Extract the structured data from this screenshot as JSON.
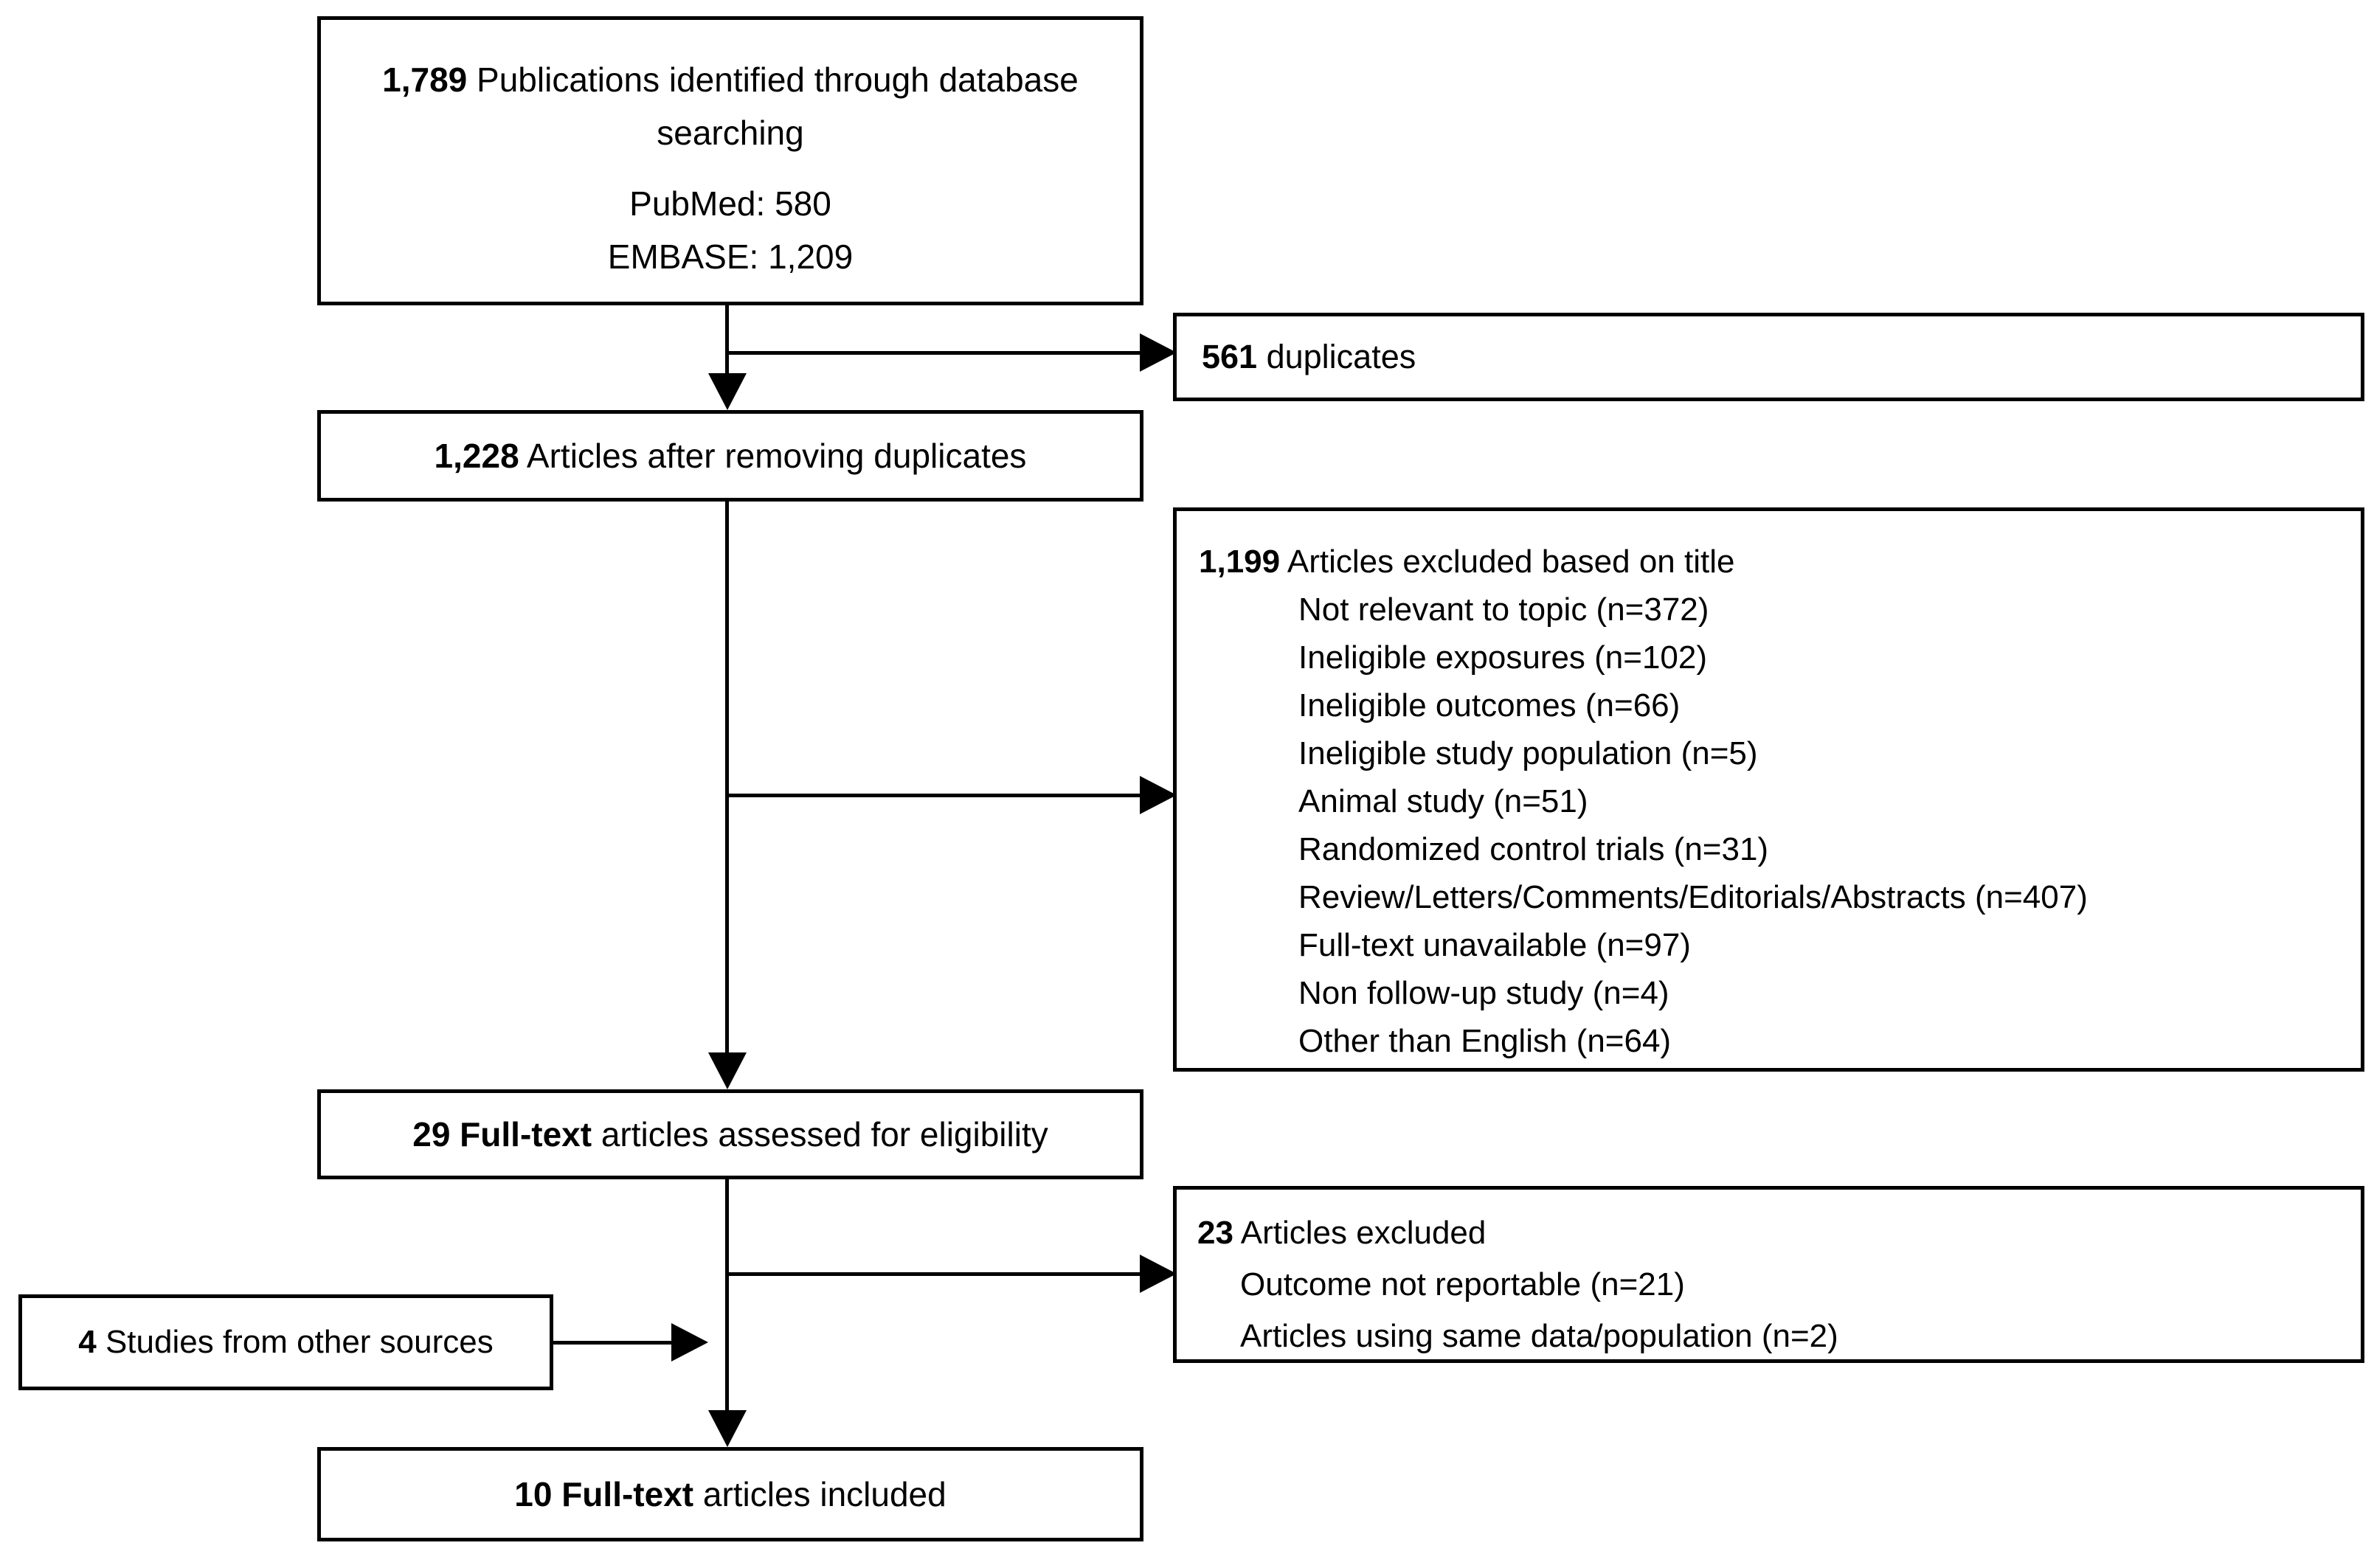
{
  "boxes": {
    "identified": {
      "count": "1,789",
      "label": " Publications identified through database searching",
      "sources": [
        "PubMed: 580",
        "EMBASE: 1,209"
      ]
    },
    "duplicates": {
      "count": "561",
      "label": " duplicates"
    },
    "after_duplicates": {
      "count": "1,228",
      "label": " Articles after removing duplicates"
    },
    "excluded_title": {
      "count": "1,199",
      "label": " Articles excluded based on title",
      "items": [
        "Not relevant to topic (n=372)",
        "Ineligible exposures (n=102)",
        "Ineligible outcomes (n=66)",
        "Ineligible study population (n=5)",
        "Animal study (n=51)",
        "Randomized control trials (n=31)",
        "Review/Letters/Comments/Editorials/Abstracts (n=407)",
        "Full-text unavailable (n=97)",
        "Non follow-up study (n=4)",
        "Other than English (n=64)"
      ]
    },
    "eligibility": {
      "count": "29 Full-text",
      "label": " articles assessed for eligibility"
    },
    "excluded_fulltext": {
      "count": "23",
      "label": " Articles excluded",
      "items": [
        "Outcome not reportable (n=21)",
        "Articles using same data/population (n=2)"
      ]
    },
    "other_sources": {
      "count": "4",
      "label": " Studies from other sources"
    },
    "included": {
      "count": "10 Full-text",
      "label": " articles included"
    }
  },
  "colors": {
    "border": "#000000",
    "background": "#ffffff",
    "text": "#000000"
  }
}
